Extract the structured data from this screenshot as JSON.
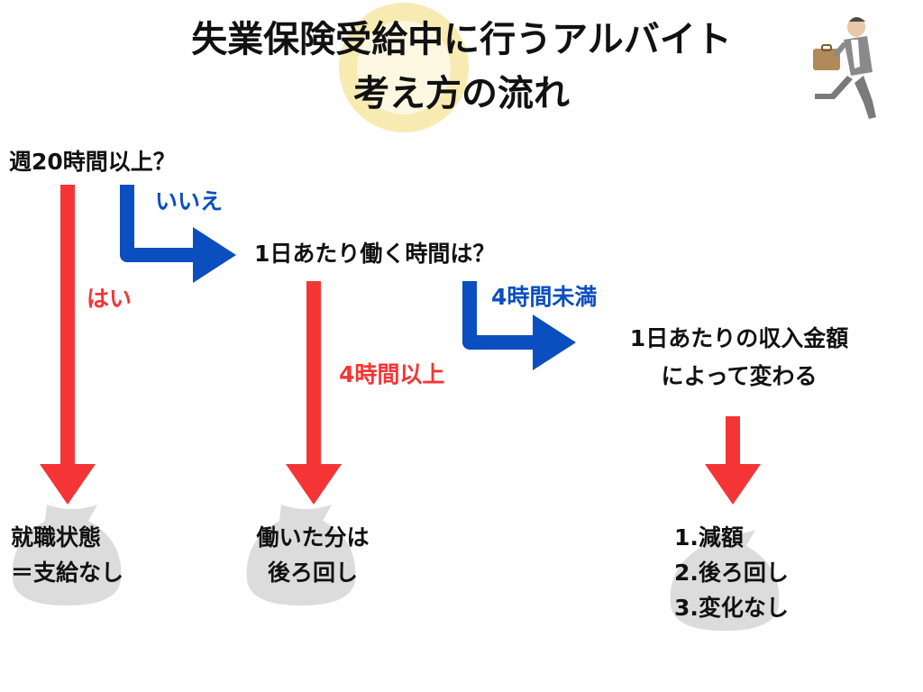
{
  "title": {
    "line1": "失業保険受給中に行うアルバイト",
    "line2": "考え方の流れ"
  },
  "questions": {
    "q1": "週20時間以上？",
    "q2": "1日あたり働く時間は？",
    "q3_line1": "1日あたりの収入金額",
    "q3_line2": "によって変わる"
  },
  "branches": {
    "yes": "はい",
    "no": "いいえ",
    "over4": "4時間以上",
    "under4": "4時間未満"
  },
  "results": {
    "r1_line1": "就職状態",
    "r1_line2": "＝支給なし",
    "r2_line1": "働いた分は",
    "r2_line2": "後ろ回し",
    "r3_item1": "1.減額",
    "r3_item2": "2.後ろ回し",
    "r3_item3": "3.変化なし"
  },
  "colors": {
    "red_arrow": "#f53535",
    "blue_arrow": "#0a4ebf",
    "red_label": "#f53535",
    "blue_label": "#0a4ebf",
    "coin": "#f6e7a5",
    "money_bag": "#dcdcdc"
  },
  "icons": {
    "decoration_top_right": "running-businessman-icon",
    "decoration_title": "yen-coin-icon",
    "decoration_results": "money-bag-icon"
  }
}
